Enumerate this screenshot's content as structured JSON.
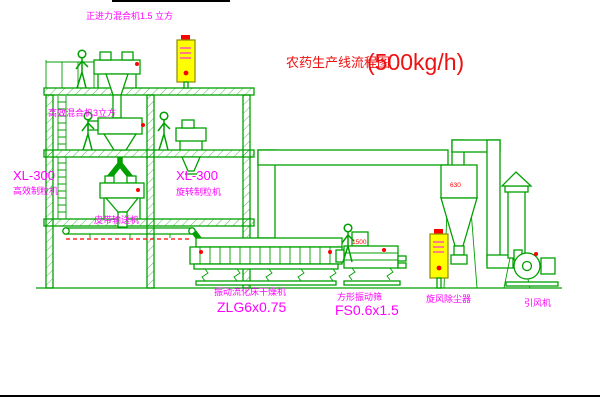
{
  "title": {
    "main": "农药生产线流程图",
    "capacity": "(500kg/h)"
  },
  "labels": {
    "top_mixer": "正进力混合机1.5 立方",
    "second_mixer": "高效混合机3立方",
    "left_granulator_model": "XL-300",
    "left_granulator_name": "高效制粒机",
    "mid_granulator_model": "XL-300",
    "mid_granulator_name": "旋转制粒机",
    "belt_conveyor": "皮带输送机",
    "dryer_name": "振动流化床干燥机",
    "dryer_model": "ZLG6x0.75",
    "sieve_name": "方形振动筛",
    "sieve_model": "FS0.6x1.5",
    "cyclone": "旋风除尘器",
    "fan": "引风机"
  },
  "annotations": {
    "cyclone_size": "630",
    "sieve_size": "1500"
  },
  "colors": {
    "line": "#00a000",
    "label": "#ff00ff",
    "title": "#ee1111",
    "panel_fill": "#ffff00",
    "alert": "#ff0000",
    "background": "#ffffff"
  }
}
